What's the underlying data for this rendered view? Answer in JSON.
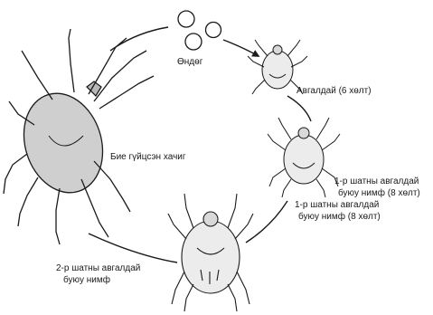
{
  "labels": {
    "eggs": "Өндөг",
    "larva": "Авгалдай (6 хөлт)",
    "nymph1_line1": "1-р шатны авгалдай",
    "nymph1_line2": "буюу нимф (8 хөлт)",
    "nymph1b_line1": "1-р шатны авгалдай",
    "nymph1b_line2": "буюу нимф (8 хөлт)",
    "nymph2_line1": "2-р шатны авгалдай",
    "nymph2_line2": "буюу нимф",
    "adult": "Бие гүйцсэн хачиг"
  },
  "colors": {
    "ink": "#1a1a1a",
    "body_fill": "#e9e9e9",
    "adult_fill": "#cfcfcf"
  }
}
